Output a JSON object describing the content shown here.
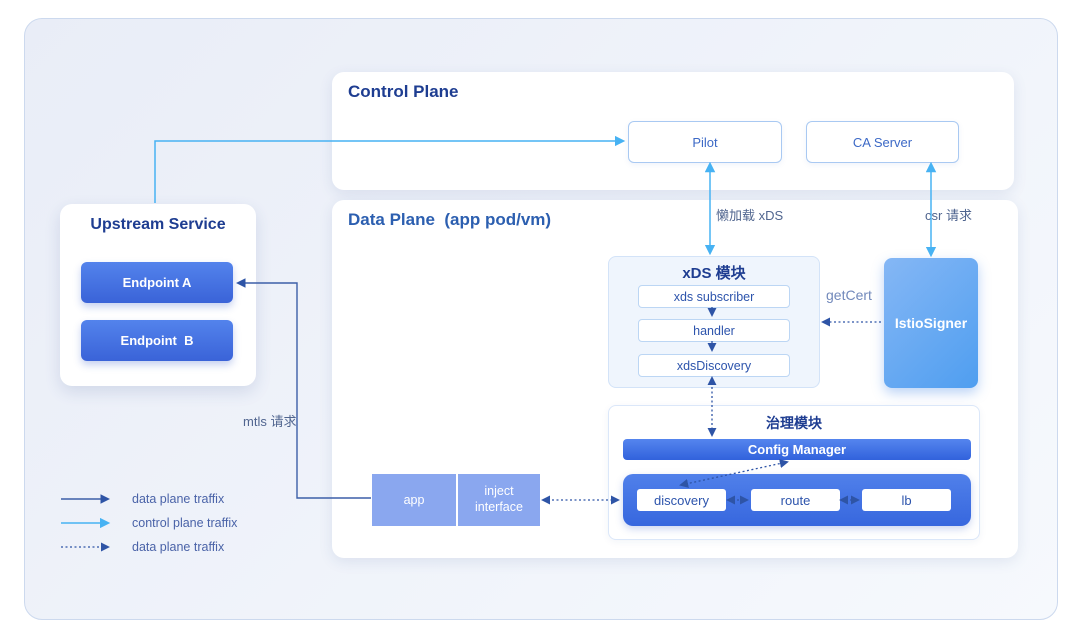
{
  "colors": {
    "cyan": "#47b2f3",
    "navy": "#3c5fa8",
    "dotted": "#2e54a6",
    "titledark": "#1e3d91",
    "titledata": "#2c5fb0",
    "boxborder": "#a9c9f2",
    "boxtext": "#3c69c6",
    "innerborder": "#bcd6f4",
    "innertext": "#2d54ac",
    "labeltext": "#50658f",
    "legendtext": "#4a63a8",
    "getcert": "#7289bb",
    "endpoint1": "#5383ec",
    "endpoint2": "#3a63d8",
    "app": "#8aa7ef",
    "signer1": "#85b7f5",
    "signer2": "#4f9ef0",
    "cm1": "#5585ee",
    "cm2": "#3162dc",
    "proxy1": "#5080ea",
    "proxy2": "#3767de",
    "xdsbg": "#eff5fd",
    "xdsborder": "#d3e3f8",
    "govborder": "#dbe7f9",
    "framebg1": "#e9edf7",
    "framebg2": "#f6f9fd",
    "frameborder": "#ccd9ee"
  },
  "control_plane": {
    "title": "Control Plane",
    "pilot": "Pilot",
    "ca_server": "CA Server"
  },
  "data_plane": {
    "title": "Data Plane  (app pod/vm)"
  },
  "upstream": {
    "title": "Upstream Service",
    "endpoint_a": "Endpoint A",
    "endpoint_b": "Endpoint  B"
  },
  "xds_module": {
    "title": "xDS 模块",
    "subscriber": "xds subscriber",
    "handler": "handler",
    "discovery": "xdsDiscovery"
  },
  "istio_signer": {
    "label": "IstioSigner"
  },
  "governance": {
    "title": "治理模块",
    "config_manager": "Config Manager",
    "proxy_discovery": "discovery",
    "proxy_route": "route",
    "proxy_lb": "lb"
  },
  "sidecar": {
    "app": "app",
    "inject_line1": "inject",
    "inject_line2": "interface"
  },
  "labels": {
    "lazy_xds": "懒加载 xDS",
    "csr": "csr 请求",
    "get_cert": "getCert",
    "mtls": "mtls 请求"
  },
  "legend": {
    "data_plane_solid": "data plane traffix",
    "control_plane": "control plane traffix",
    "data_plane_dotted": "data plane traffix"
  }
}
